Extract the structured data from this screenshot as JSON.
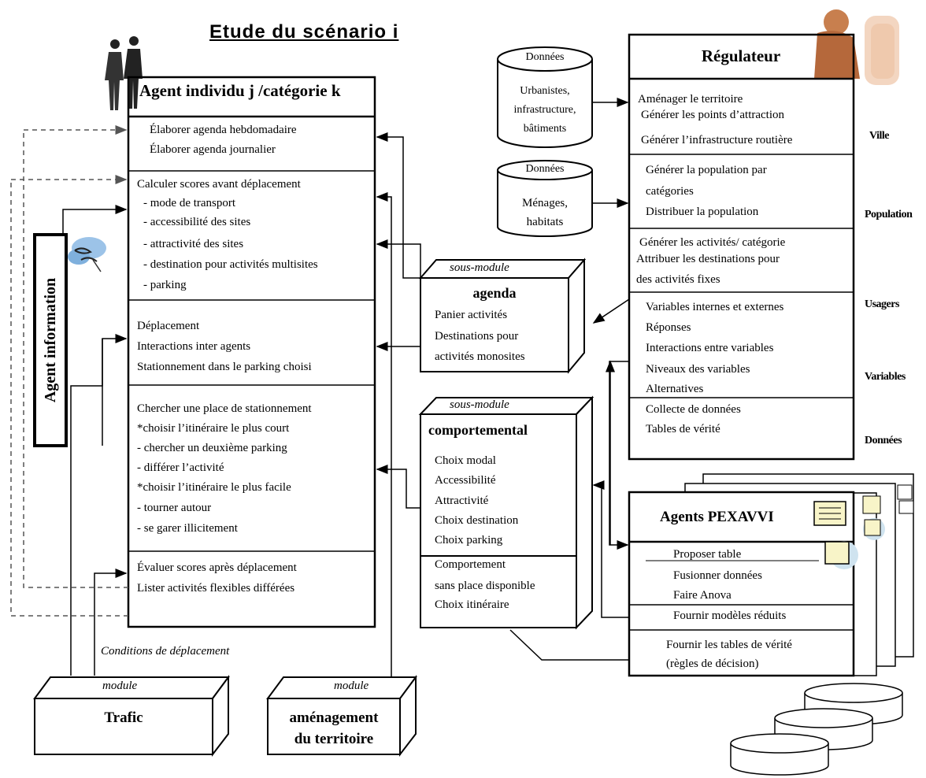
{
  "title": "Etude du scénario i",
  "agent_individu": {
    "header": "Agent individu j /catégorie k",
    "sections": [
      [
        "Élaborer agenda hebdomadaire",
        "Élaborer agenda journalier"
      ],
      [
        "Calculer scores avant déplacement",
        "- mode de transport",
        "- accessibilité des sites",
        "- attractivité des sites",
        "- destination pour activités multisites",
        "- parking"
      ],
      [
        "Déplacement",
        "Interactions inter agents",
        "Stationnement dans le parking choisi"
      ],
      [
        "Chercher une place de stationnement",
        "*choisir l’itinéraire le plus court",
        "- chercher un deuxième parking",
        "- différer l’activité",
        "*choisir l’itinéraire le plus facile",
        "- tourner autour",
        "- se garer illicitement"
      ],
      [
        "Évaluer scores après déplacement",
        "Lister activités flexibles différées"
      ]
    ]
  },
  "agent_information": "Agent information",
  "donnees_1": {
    "label": "Données",
    "lines": [
      "Urbanistes,",
      "infrastructure,",
      "bâtiments"
    ]
  },
  "donnees_2": {
    "label": "Données",
    "lines": [
      "Ménages,",
      "habitats"
    ]
  },
  "regulateur": {
    "header": "Régulateur",
    "sections": [
      [
        "Aménager le territoire",
        "Générer les points d’attraction",
        "Générer l’infrastructure routière"
      ],
      [
        "Générer la population par",
        "catégories",
        "Distribuer la population"
      ],
      [
        "Générer les activités/ catégorie",
        "Attribuer les destinations pour",
        "des activités fixes"
      ],
      [
        "Variables internes et externes",
        "Réponses",
        "Interactions entre variables",
        "Niveaux des variables",
        "Alternatives"
      ],
      [
        "Collecte de données",
        "Tables de vérité"
      ]
    ],
    "side_labels": [
      "Ville",
      "Population",
      "Usagers",
      "Variables",
      "Données"
    ]
  },
  "sous_module_agenda": {
    "tag": "sous-module",
    "name": "agenda",
    "lines": [
      "Panier activités",
      "Destinations pour",
      "activités monosites"
    ]
  },
  "sous_module_comportemental": {
    "tag": "sous-module",
    "name": "comportemental",
    "lines": [
      "Choix modal",
      "Accessibilité",
      "Attractivité",
      "Choix destination",
      "Choix parking"
    ],
    "lines2": [
      "Comportement",
      "sans place disponible",
      "Choix itinéraire"
    ]
  },
  "pexavvi": {
    "header": "Agents PEXAVVI",
    "lines": [
      "Proposer table",
      "Fusionner données",
      "Faire Anova",
      "Fournir modèles réduits"
    ],
    "lines2": [
      "Fournir les tables de vérité",
      "(règles de décision)"
    ]
  },
  "conditions": "Conditions de déplacement",
  "module_trafic": {
    "tag": "module",
    "name": "Trafic"
  },
  "module_amenagement": {
    "tag": "module",
    "name_lines": [
      "aménagement",
      "du territoire"
    ]
  }
}
